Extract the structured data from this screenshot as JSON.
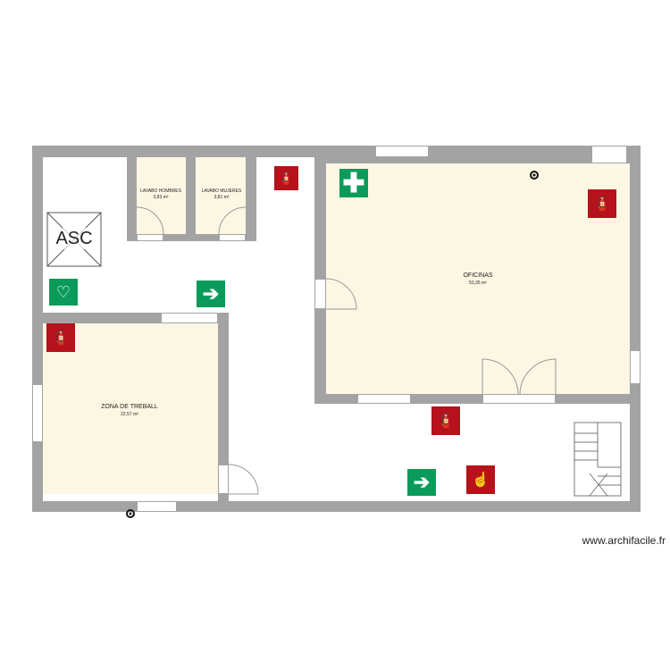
{
  "rooms": [
    {
      "name": "LAVABO HOMBRES",
      "area": "3,83 m²"
    },
    {
      "name": "LAVABO MUJERES",
      "area": "3,81 m²"
    },
    {
      "name": "OFICINAS",
      "area": "53,35 m²"
    },
    {
      "name": "ZONA DE TREBALL",
      "area": "22,57 m²"
    }
  ],
  "elevator": {
    "label": "ASC"
  },
  "watermark": "www.archifacile.fr",
  "colors": {
    "wall": "#a3a3a3",
    "room": "#fcf7e3",
    "safety_green": "#0a9a5a",
    "fire_red": "#b5121b"
  },
  "icons": [
    "first-aid-icon",
    "defibrillator-icon",
    "exit-arrow-icon",
    "fire-extinguisher-icon",
    "fire-alarm-button-icon",
    "smoke-detector-icon",
    "stairs-icon"
  ]
}
